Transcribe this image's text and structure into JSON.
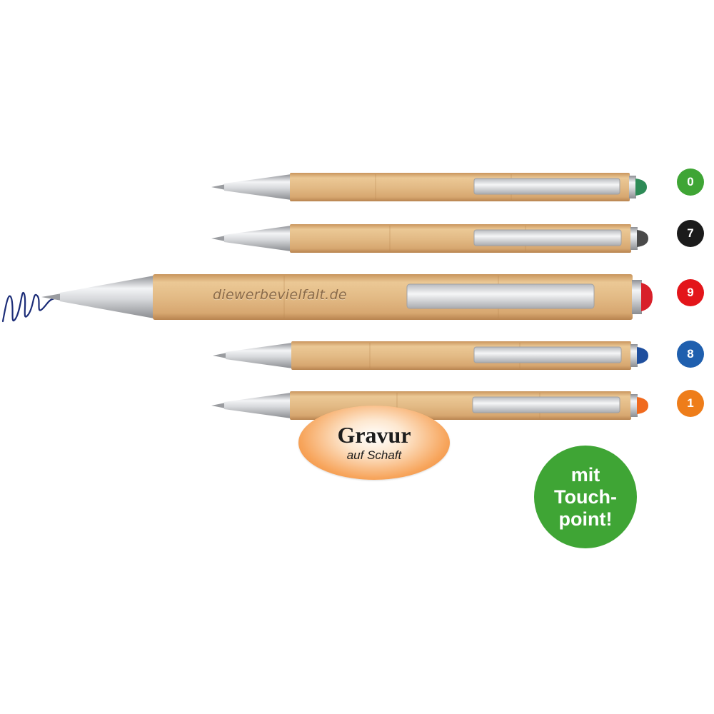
{
  "pens": [
    {
      "color_code": "0",
      "tip_color": "#2e8b57",
      "badge_color": "#3fa535"
    },
    {
      "color_code": "7",
      "tip_color": "#4a4a4a",
      "badge_color": "#1b1b1b"
    },
    {
      "color_code": "9",
      "tip_color": "#d8202a",
      "badge_color": "#e3151a"
    },
    {
      "color_code": "8",
      "tip_color": "#1f4f9e",
      "badge_color": "#1f5fae"
    },
    {
      "color_code": "1",
      "tip_color": "#f06a1e",
      "badge_color": "#ee7d1a"
    }
  ],
  "engraving_text": "diewerbevielfalt.de",
  "gravur_badge": {
    "title": "Gravur",
    "subtitle": "auf Schaft"
  },
  "touch_badge": {
    "line1": "mit",
    "line2": "Touch-",
    "line3": "point!"
  },
  "colors": {
    "bamboo": "#e2b985",
    "metal": "#c9cbcf",
    "ink_scribble": "#1c2d78",
    "touch_badge": "#3fa535",
    "gravur_badge": "#ef7b22"
  }
}
